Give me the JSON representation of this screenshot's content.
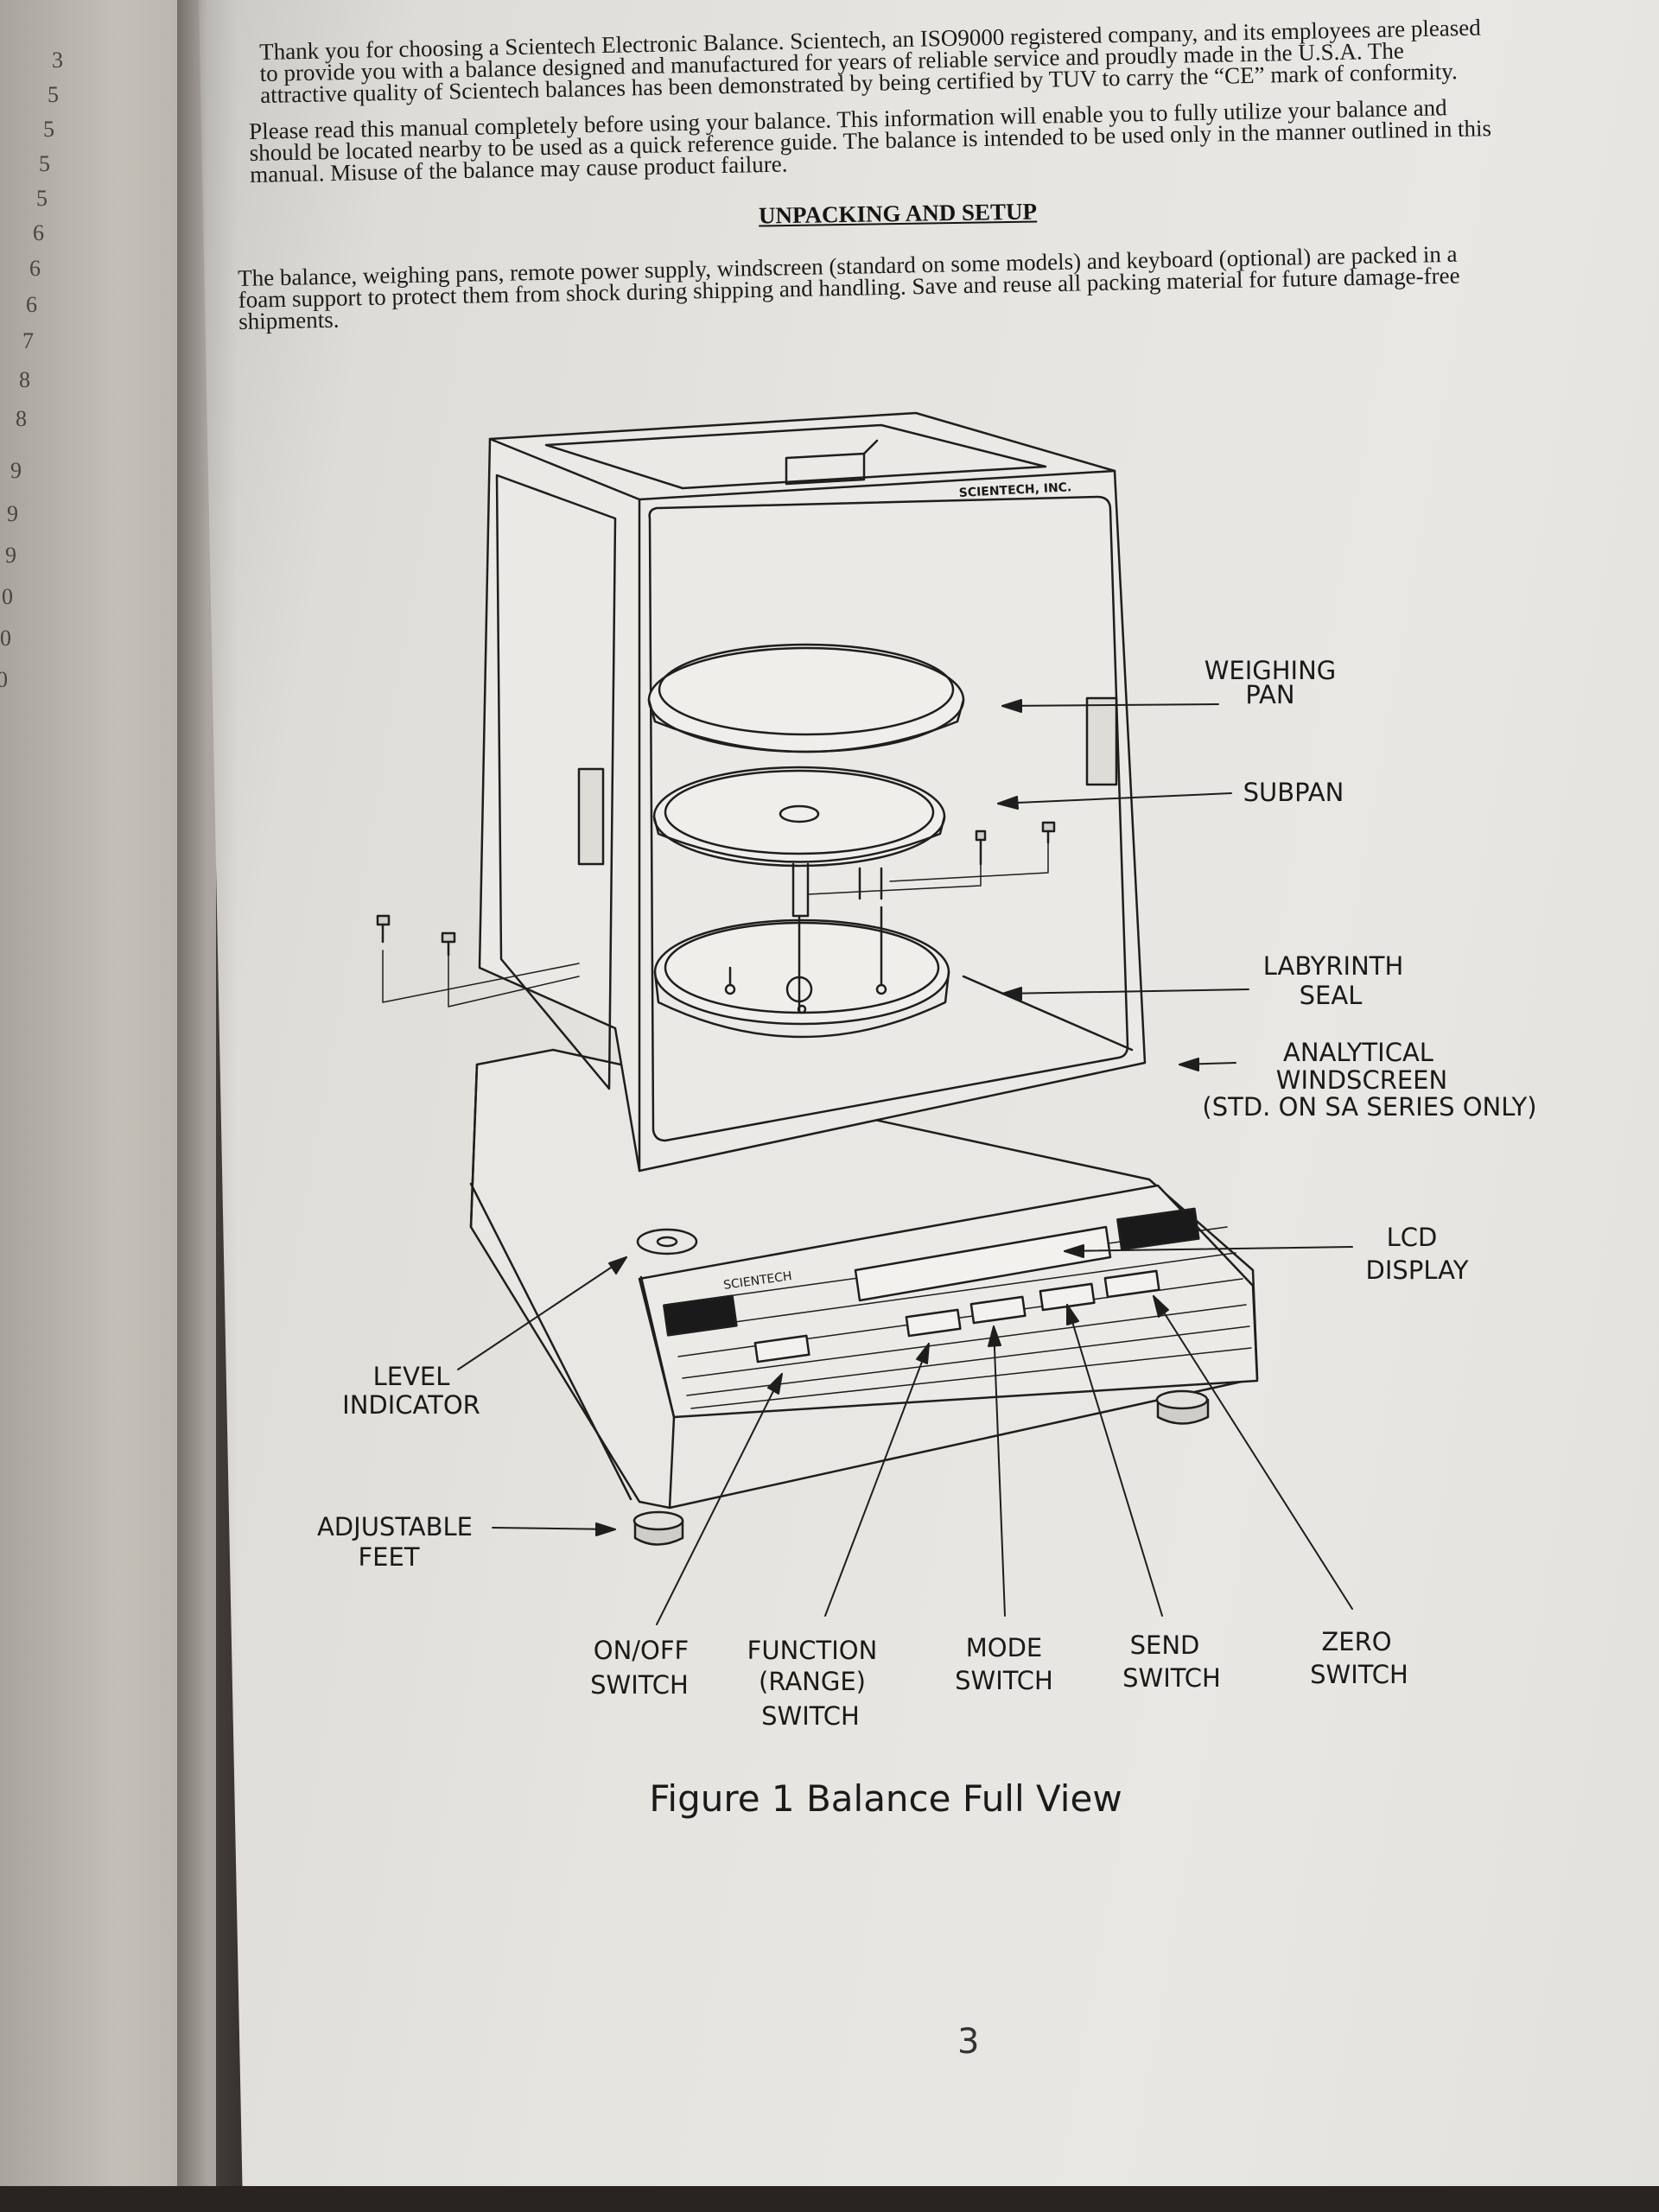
{
  "left_page": {
    "toc_numbers": [
      "3",
      "5",
      "5",
      "5",
      "5",
      "6",
      "6",
      "6",
      "7",
      "8",
      "8",
      "9",
      "9",
      "9",
      "0",
      "0",
      "0"
    ]
  },
  "intro": {
    "line1": "Thank you for choosing a Scientech Electronic Balance.  Scientech, an ISO9000 registered company, and its employees are pleased",
    "line2": "to provide you with a balance designed and manufactured for years of reliable service and proudly made in the U.S.A.  The",
    "line3": "attractive quality of Scientech balances has been demonstrated by being certified by TUV to carry the “CE” mark of conformity."
  },
  "read_manual": {
    "line1": "Please read this manual completely before using your balance.   This information will enable you to fully utilize your balance and",
    "line2": "should be located nearby to be used as a quick reference guide.  The balance is intended to be used only in the manner outlined in this",
    "line3": "manual.  Misuse of the balance may cause product failure."
  },
  "section_heading": "UNPACKING AND SETUP",
  "unpacking": {
    "line1": "The balance, weighing pans, remote power supply, windscreen (standard on some models) and keyboard (optional) are packed in a",
    "line2": "foam support to protect them from shock during shipping and handling.  Save and reuse all packing material for future damage-free",
    "line3": "shipments."
  },
  "figure": {
    "brand_top": "SCIENTECH, INC.",
    "brand_front": "SCIENTECH",
    "labels": {
      "weighing_pan_1": "WEIGHING",
      "weighing_pan_2": "PAN",
      "subpan": "SUBPAN",
      "labyrinth_1": "LABYRINTH",
      "labyrinth_2": "SEAL",
      "windscreen_1": "ANALYTICAL",
      "windscreen_2": "WINDSCREEN",
      "windscreen_3": "(STD.  ON  SA  SERIES  ONLY)",
      "lcd_1": "LCD",
      "lcd_2": "DISPLAY",
      "level_1": "LEVEL",
      "level_2": "INDICATOR",
      "feet_1": "ADJUSTABLE",
      "feet_2": "FEET",
      "onoff_1": "ON/OFF",
      "onoff_2": "SWITCH",
      "function_1": "FUNCTION",
      "function_2": "(RANGE)",
      "function_3": "SWITCH",
      "mode_1": "MODE",
      "mode_2": "SWITCH",
      "send_1": "SEND",
      "send_2": "SWITCH",
      "zero_1": "ZERO",
      "zero_2": "SWITCH"
    },
    "caption": "Figure  1    Balance  Full  View"
  },
  "page_number": "3"
}
